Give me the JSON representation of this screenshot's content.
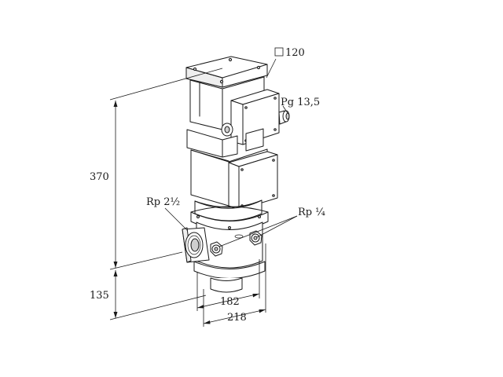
{
  "labels": {
    "square_size": "120",
    "cable_gland": "Pg 13,5",
    "height_upper": "370",
    "height_lower": "135",
    "inlet_thread": "Rp 2½",
    "test_ports": "Rp ¼",
    "width_flange": "182",
    "width_overall": "218"
  },
  "colors": {
    "line": "#1a1a1a",
    "background": "#ffffff"
  }
}
